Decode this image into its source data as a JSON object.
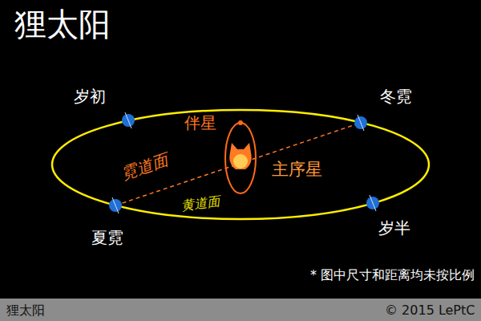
{
  "diagram": {
    "title": "狸太阳",
    "labels": [
      "岁初",
      "冬霓",
      "伴星",
      "霓道面",
      "主序星",
      "黄道面",
      "夏霓",
      "岁半",
      "* 图中尺寸和距离均未按比例",
      "狸太阳",
      "© 2015 LePtC"
    ]
  }
}
